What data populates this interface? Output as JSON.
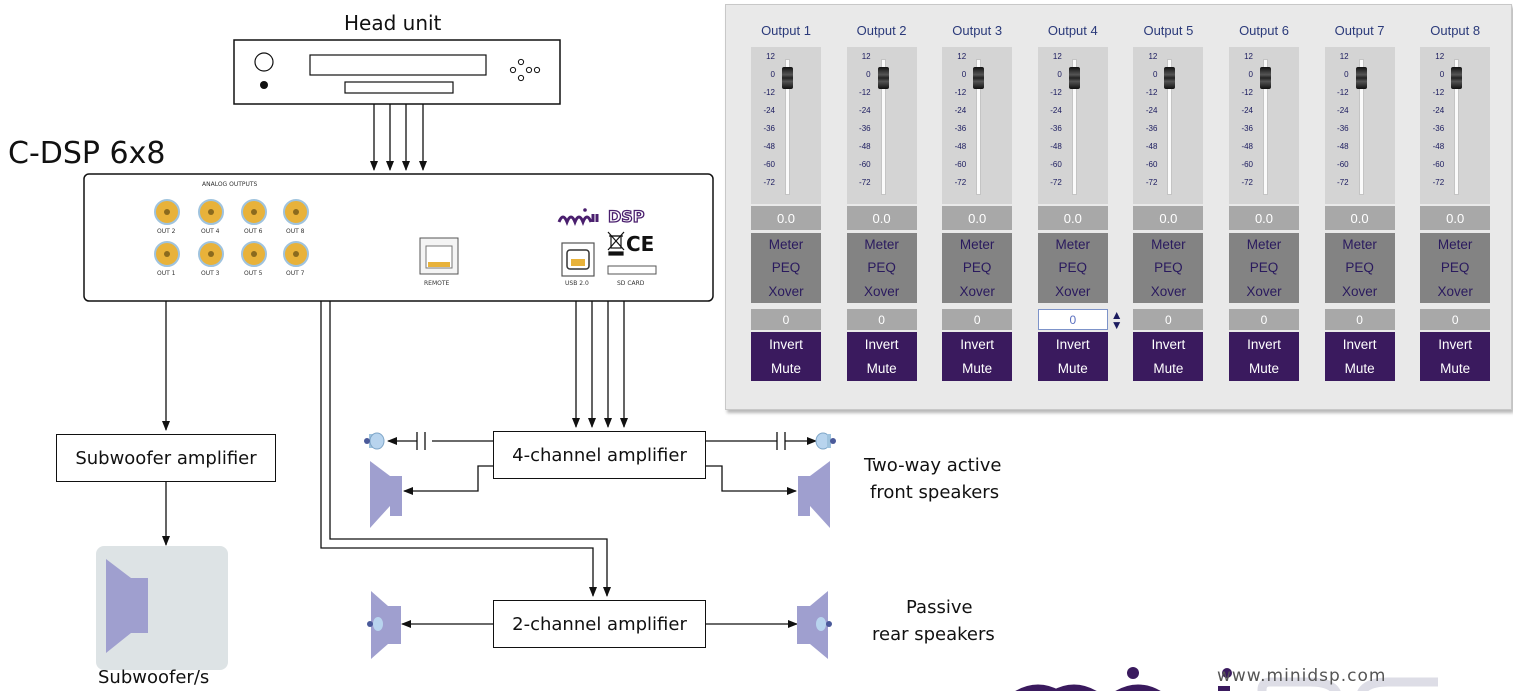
{
  "labels": {
    "head_unit": "Head unit",
    "cdsp": "C-DSP 6x8",
    "analog_outputs": "ANALOG OUTPUTS",
    "out_top": [
      "OUT 2",
      "OUT 4",
      "OUT 6",
      "OUT 8"
    ],
    "out_bottom": [
      "OUT 1",
      "OUT 3",
      "OUT 5",
      "OUT 7"
    ],
    "remote": "REMOTE",
    "usb": "USB 2.0",
    "sd": "SD CARD",
    "ce": "CE",
    "brand": "minidsp",
    "sub_amp": "Subwoofer amplifier",
    "sub_speakers": "Subwoofer/s",
    "amp4": "4-channel amplifier",
    "amp2": "2-channel amplifier",
    "front_line1": "Two-way active",
    "front_line2": "front speakers",
    "rear_line1": "Passive",
    "rear_line2": "rear speakers",
    "website": "www.minidsp.com"
  },
  "panel": {
    "scale": [
      "12",
      "0",
      "-12",
      "-24",
      "-36",
      "-48",
      "-60",
      "-72"
    ],
    "channels": [
      {
        "title": "Output 1",
        "gain": "0.0",
        "meter": "Meter",
        "peq": "PEQ",
        "xover": "Xover",
        "delay": "0",
        "invert": "Invert",
        "mute": "Mute"
      },
      {
        "title": "Output 2",
        "gain": "0.0",
        "meter": "Meter",
        "peq": "PEQ",
        "xover": "Xover",
        "delay": "0",
        "invert": "Invert",
        "mute": "Mute"
      },
      {
        "title": "Output 3",
        "gain": "0.0",
        "meter": "Meter",
        "peq": "PEQ",
        "xover": "Xover",
        "delay": "0",
        "invert": "Invert",
        "mute": "Mute"
      },
      {
        "title": "Output 4",
        "gain": "0.0",
        "meter": "Meter",
        "peq": "PEQ",
        "xover": "Xover",
        "delay": "0",
        "invert": "Invert",
        "mute": "Mute"
      },
      {
        "title": "Output 5",
        "gain": "0.0",
        "meter": "Meter",
        "peq": "PEQ",
        "xover": "Xover",
        "delay": "0",
        "invert": "Invert",
        "mute": "Mute"
      },
      {
        "title": "Output 6",
        "gain": "0.0",
        "meter": "Meter",
        "peq": "PEQ",
        "xover": "Xover",
        "delay": "0",
        "invert": "Invert",
        "mute": "Mute"
      },
      {
        "title": "Output 7",
        "gain": "0.0",
        "meter": "Meter",
        "peq": "PEQ",
        "xover": "Xover",
        "delay": "0",
        "invert": "Invert",
        "mute": "Mute"
      },
      {
        "title": "Output 8",
        "gain": "0.0",
        "meter": "Meter",
        "peq": "PEQ",
        "xover": "Xover",
        "delay": "0",
        "invert": "Invert",
        "mute": "Mute"
      }
    ]
  },
  "colors": {
    "rca_gold": "#e8b23a",
    "rca_ring": "#9fc3de",
    "speaker": "#9f9fcf",
    "panel_purple": "#3a1a5e",
    "panel_gray": "#838383"
  }
}
